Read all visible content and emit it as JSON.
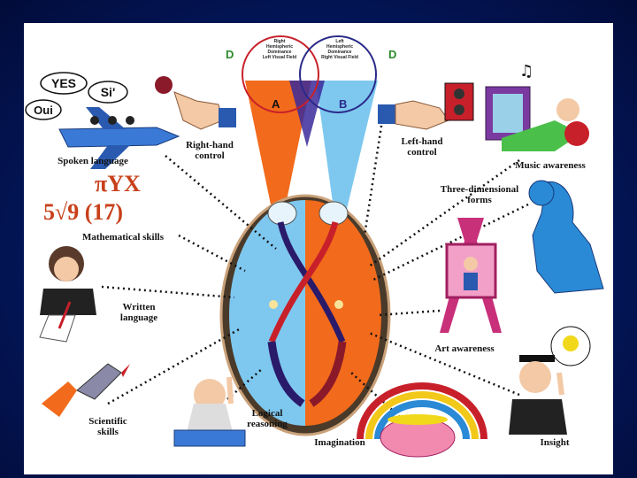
{
  "diagram": {
    "venn": {
      "left_text": "Right\nHemispheric\nDominance\nLeft Visual Field",
      "right_text": "Left\nHemispheric\nDominance\nRight Visual Field",
      "marker_left": "D",
      "marker_right": "D",
      "region_a": "A",
      "region_b": "B"
    },
    "speech_bubbles": [
      "YES",
      "Si'",
      "Oui"
    ],
    "math_text_line1": "πYX",
    "math_text_line2": "5√9 (17)",
    "labels": {
      "spoken_language": "Spoken language",
      "right_hand_control": "Right-hand\ncontrol",
      "left_hand_control": "Left-hand\ncontrol",
      "music_awareness": "Music awareness",
      "three_dimensional_forms": "Three-dimensional\nforms",
      "mathematical_skills": "Mathematical skills",
      "written_language": "Written\nlanguage",
      "art_awareness": "Art awareness",
      "scientific_skills": "Scientific\nskills",
      "logical_reasoning": "Logical\nreasoning",
      "imagination": "Imagination",
      "insight": "Insight"
    },
    "colors": {
      "left_brain": "#7ec8f0",
      "right_brain": "#f26a1b",
      "venn_left": "#c8202a",
      "venn_right": "#2a2a8a"
    }
  }
}
